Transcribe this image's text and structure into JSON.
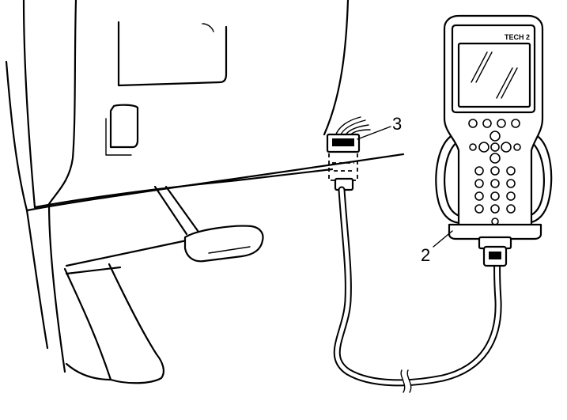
{
  "device": {
    "screen_label": "TECH 2"
  },
  "callouts": [
    {
      "id": "2",
      "text": "2"
    },
    {
      "id": "3",
      "text": "3"
    }
  ]
}
